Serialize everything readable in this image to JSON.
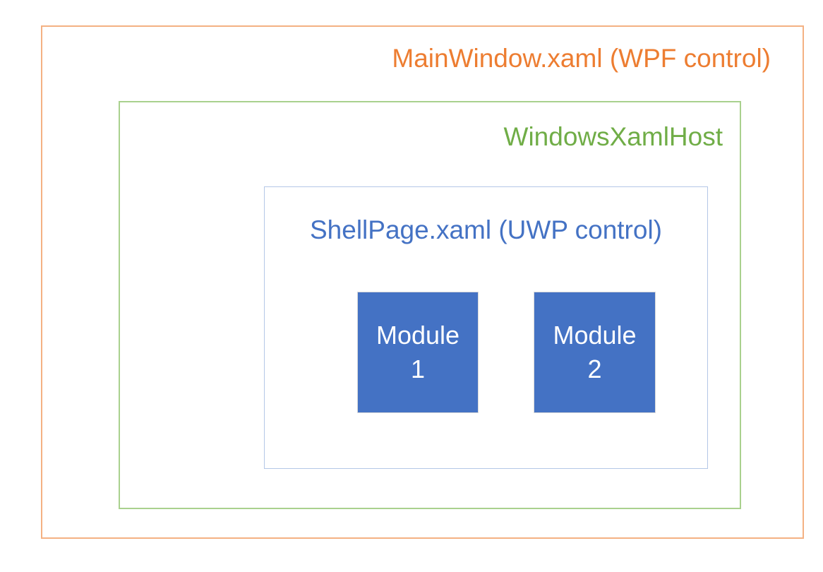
{
  "diagram": {
    "outer_box": {
      "label": "MainWindow.xaml (WPF control)",
      "text_color": "#ED7D31",
      "border_color": "#F4B183"
    },
    "host_box": {
      "label": "WindowsXamlHost",
      "text_color": "#70AD47",
      "border_color": "#A9D18E"
    },
    "shell_box": {
      "label": "ShellPage.xaml (UWP control)",
      "text_color": "#4472C4",
      "border_color": "#B4C7E7"
    },
    "modules": [
      {
        "line1": "Module",
        "line2": "1",
        "fill_color": "#4472C4",
        "border_color": "#D9D9D9",
        "text_color": "#FFFFFF"
      },
      {
        "line1": "Module",
        "line2": "2",
        "fill_color": "#4472C4",
        "border_color": "#D9D9D9",
        "text_color": "#FFFFFF"
      }
    ]
  }
}
